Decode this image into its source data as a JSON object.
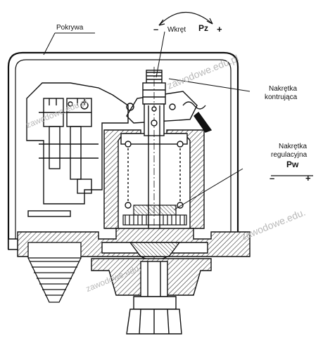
{
  "labels": {
    "cover": "Pokrywa",
    "screw": "Wkręt",
    "screw_symbol": "Pz",
    "screw_minus": "–",
    "screw_plus": "+",
    "locknut_line1": "Nakrętka",
    "locknut_line2": "kontrująca",
    "adjnut_line1": "Nakrętka",
    "adjnut_line2": "regulacyjna",
    "adjnut_symbol": "Pw",
    "adj_minus": "–",
    "adj_plus": "+"
  },
  "watermarks": [
    "zawodowe.edu.pl",
    "zawodowe.edu.pl",
    "zawodowe.edu.",
    "zawodowe.edu."
  ],
  "colors": {
    "line": "#111111",
    "hatch": "#333333",
    "watermark": "#b9b9b9",
    "background": "#ffffff"
  }
}
